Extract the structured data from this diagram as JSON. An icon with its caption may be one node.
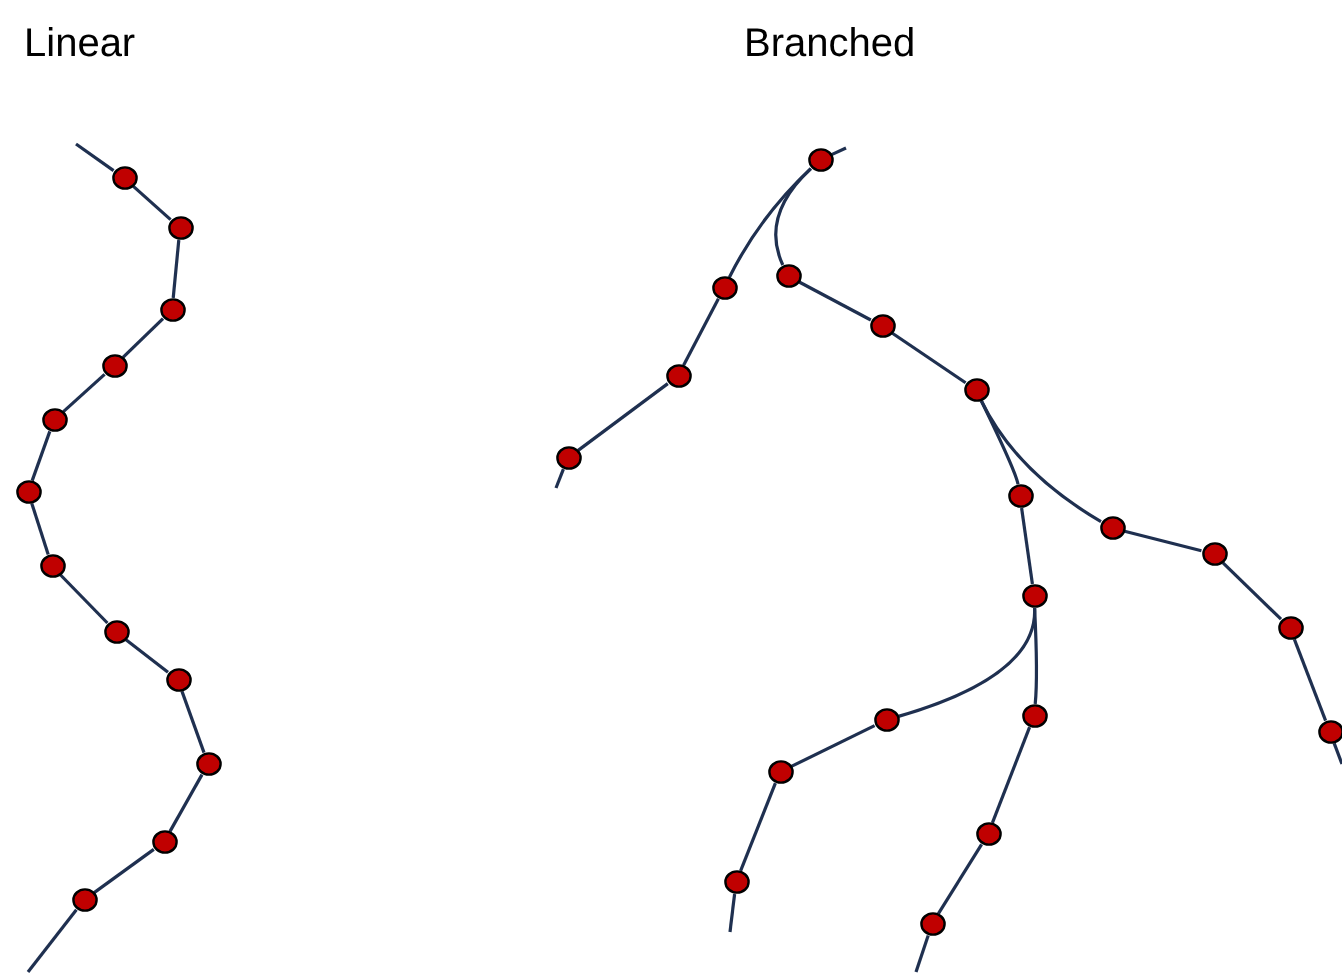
{
  "diagram": {
    "nodes": [
      {
        "text": [],
        "shape": "circle"
      },
      {
        "text": [],
        "shape": "circle"
      },
      {
        "text": [],
        "shape": "circle"
      },
      {
        "text": [],
        "shape": "circle"
      },
      {
        "text": [],
        "shape": "circle"
      },
      {
        "text": [],
        "shape": "circle"
      },
      {
        "text": [],
        "shape": "circle"
      },
      {
        "text": [],
        "shape": "circle"
      },
      {
        "text": [],
        "shape": "circle"
      },
      {
        "text": [],
        "shape": "circle"
      },
      {
        "text": [],
        "shape": "circle"
      },
      {
        "text": [],
        "shape": "circle"
      },
      {
        "text": [],
        "shape": "circle"
      },
      {
        "text": [],
        "shape": "circle"
      },
      {
        "text": [],
        "shape": "circle"
      },
      {
        "text": [],
        "shape": "circle"
      },
      {
        "text": [],
        "shape": "circle"
      },
      {
        "text": [],
        "shape": "circle"
      },
      {
        "text": [],
        "shape": "circle"
      },
      {
        "text": [],
        "shape": "circle"
      },
      {
        "text": [],
        "shape": "circle"
      },
      {
        "text": [],
        "shape": "circle"
      },
      {
        "text": [],
        "shape": "circle"
      },
      {
        "text": [],
        "shape": "circle"
      },
      {
        "text": [],
        "shape": "circle"
      },
      {
        "text": [],
        "shape": "circle"
      },
      {
        "text": [],
        "shape": "circle"
      },
      {
        "text": [],
        "shape": "circle"
      },
      {
        "text": [],
        "shape": "circle"
      },
      {
        "text": [],
        "shape": "circle"
      },
      {
        "text": [],
        "shape": "circle"
      }
    ],
    "edges": [
      {
        "from": null,
        "to": 0,
        "arrow": "none"
      },
      {
        "from": 0,
        "to": 1,
        "arrow": "none"
      },
      {
        "from": 1,
        "to": 2,
        "arrow": "none"
      },
      {
        "from": 2,
        "to": 3,
        "arrow": "none"
      },
      {
        "from": 3,
        "to": 4,
        "arrow": "none"
      },
      {
        "from": 4,
        "to": 5,
        "arrow": "none"
      },
      {
        "from": 5,
        "to": 6,
        "arrow": "none"
      },
      {
        "from": 6,
        "to": 7,
        "arrow": "none"
      },
      {
        "from": 7,
        "to": 8,
        "arrow": "none"
      },
      {
        "from": 8,
        "to": 9,
        "arrow": "none"
      },
      {
        "from": 9,
        "to": 10,
        "arrow": "none"
      },
      {
        "from": 10,
        "to": 11,
        "arrow": "none"
      },
      {
        "from": 11,
        "to": null,
        "arrow": "none"
      },
      {
        "from": null,
        "to": 12,
        "arrow": "none"
      },
      {
        "from": 12,
        "to": 13,
        "arrow": "none"
      },
      {
        "from": 13,
        "to": 14,
        "arrow": "none"
      },
      {
        "from": 14,
        "to": 15,
        "arrow": "none"
      },
      {
        "from": 15,
        "to": null,
        "arrow": "none"
      },
      {
        "from": 12,
        "to": 16,
        "arrow": "none"
      },
      {
        "from": 16,
        "to": 17,
        "arrow": "none"
      },
      {
        "from": 17,
        "to": 18,
        "arrow": "none"
      },
      {
        "from": 18,
        "to": 19,
        "arrow": "none"
      },
      {
        "from": 18,
        "to": 24,
        "arrow": "none"
      },
      {
        "from": 19,
        "to": 20,
        "arrow": "none"
      },
      {
        "from": 20,
        "to": 21,
        "arrow": "none"
      },
      {
        "from": 20,
        "to": 28,
        "arrow": "none"
      },
      {
        "from": 21,
        "to": 22,
        "arrow": "none"
      },
      {
        "from": 22,
        "to": 23,
        "arrow": "none"
      },
      {
        "from": 23,
        "to": null,
        "arrow": "none"
      },
      {
        "from": 24,
        "to": 25,
        "arrow": "none"
      },
      {
        "from": 25,
        "to": 26,
        "arrow": "none"
      },
      {
        "from": 26,
        "to": 27,
        "arrow": "none"
      },
      {
        "from": 27,
        "to": null,
        "arrow": "none"
      },
      {
        "from": 28,
        "to": 29,
        "arrow": "none"
      },
      {
        "from": 29,
        "to": 30,
        "arrow": "none"
      },
      {
        "from": 30,
        "to": null,
        "arrow": "none"
      }
    ],
    "labels": [
      "Linear",
      "Branched"
    ]
  }
}
